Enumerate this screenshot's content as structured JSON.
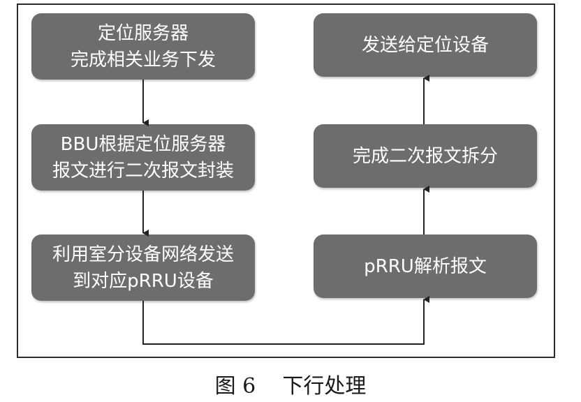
{
  "diagram": {
    "left_column": [
      {
        "lines": [
          "定位服务器",
          "完成相关业务下发"
        ]
      },
      {
        "lines": [
          "BBU根据定位服务器",
          "报文进行二次报文封装"
        ]
      },
      {
        "lines": [
          "利用室分设备网络发送",
          "到对应pRRU设备"
        ]
      }
    ],
    "right_column": [
      {
        "lines": [
          "发送给定位设备"
        ]
      },
      {
        "lines": [
          "完成二次报文拆分"
        ]
      },
      {
        "lines": [
          "pRRU解析报文"
        ]
      }
    ]
  },
  "caption": {
    "label": "图 6",
    "title": "下行处理"
  },
  "colors": {
    "box_fill": "#6d6d6d",
    "box_text": "#ffffff",
    "arrow": "#222222",
    "frame": "#2a2a2a"
  }
}
